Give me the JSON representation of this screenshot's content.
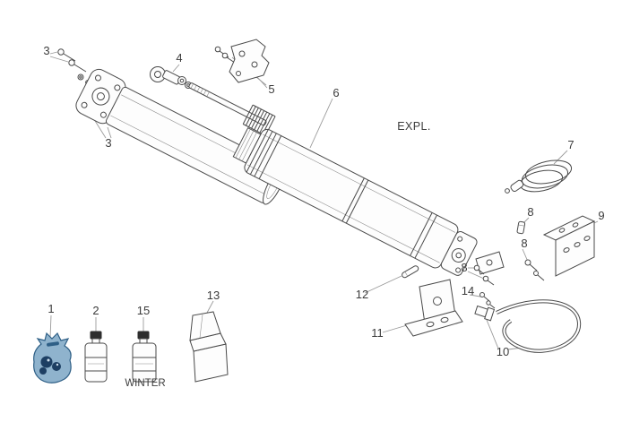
{
  "diagram": {
    "annotations": {
      "expl": "EXPL.",
      "winter": "WINTER"
    },
    "labels": [
      {
        "id": "3-top",
        "text": "3"
      },
      {
        "id": "3-lower",
        "text": "3"
      },
      {
        "id": "4",
        "text": "4"
      },
      {
        "id": "5",
        "text": "5"
      },
      {
        "id": "6",
        "text": "6"
      },
      {
        "id": "7",
        "text": "7"
      },
      {
        "id": "8-top",
        "text": "8"
      },
      {
        "id": "9",
        "text": "9"
      },
      {
        "id": "8-mid",
        "text": "8"
      },
      {
        "id": "8-lower",
        "text": "8"
      },
      {
        "id": "12",
        "text": "12"
      },
      {
        "id": "14",
        "text": "14"
      },
      {
        "id": "11",
        "text": "11"
      },
      {
        "id": "10",
        "text": "10"
      },
      {
        "id": "1",
        "text": "1"
      },
      {
        "id": "2",
        "text": "2"
      },
      {
        "id": "15",
        "text": "15"
      },
      {
        "id": "13",
        "text": "13"
      }
    ],
    "colors": {
      "line": "#4a4a4a",
      "leader": "#9a9a9a",
      "bag_fill": "#8fb3cd",
      "bag_stroke": "#2e5f86",
      "bag_contents": "#1d3f63"
    }
  }
}
